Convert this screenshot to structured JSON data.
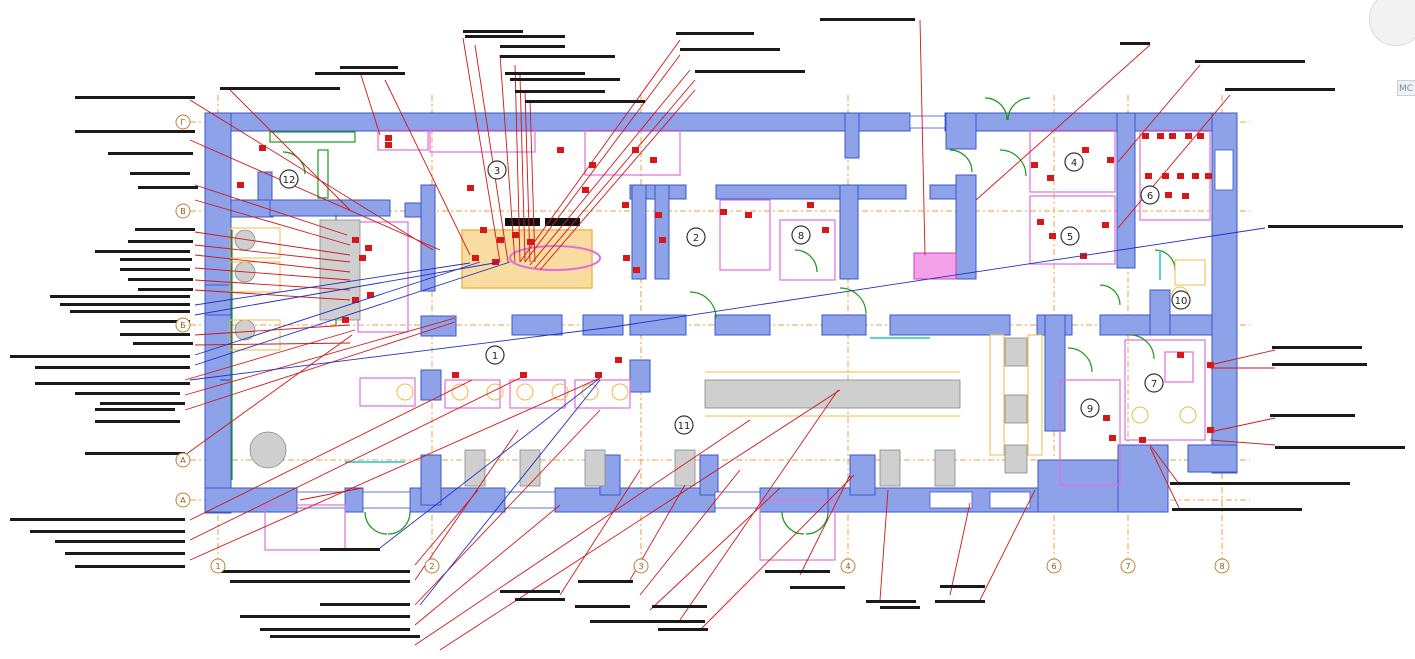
{
  "drawing": {
    "rooms": [
      {
        "no": "1"
      },
      {
        "no": "2"
      },
      {
        "no": "3"
      },
      {
        "no": "4"
      },
      {
        "no": "5"
      },
      {
        "no": "6"
      },
      {
        "no": "7"
      },
      {
        "no": "8"
      },
      {
        "no": "9"
      },
      {
        "no": "10"
      },
      {
        "no": "11"
      },
      {
        "no": "12"
      }
    ],
    "axes_numeric": [
      "1",
      "2",
      "3",
      "4",
      "6",
      "7",
      "8"
    ],
    "axes_letters": [
      "Г",
      "В",
      "Б",
      "А",
      "А"
    ]
  },
  "viewer": {
    "zoom_chip": "MC"
  },
  "colors": {
    "walls": "#8ea2ea",
    "wall_outline": "#3d55c8",
    "leaders_red": "#d01818",
    "leaders_blue": "#2430c0",
    "grid_orange": "#e8a23c",
    "equipment_pink": "#e070d8",
    "equipment_red": "#d81818",
    "door_green": "#1a9a1a",
    "furniture_yellow": "#f2b84a"
  }
}
